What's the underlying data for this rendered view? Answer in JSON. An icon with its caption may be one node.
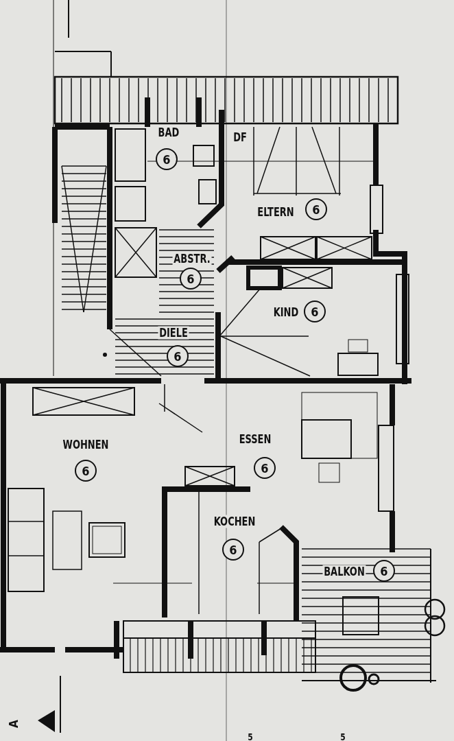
{
  "diagram": {
    "nodes": [
      {
        "text": [
          "6"
        ],
        "beside": [
          "BAD"
        ]
      },
      {
        "text": [
          "6"
        ],
        "beside": [
          "ELTERN"
        ]
      },
      {
        "text": [
          "6"
        ],
        "beside": [
          "ABSTR."
        ]
      },
      {
        "text": [
          "6"
        ],
        "beside": [
          "KIND"
        ]
      },
      {
        "text": [
          "6"
        ],
        "beside": [
          "DIELE"
        ]
      },
      {
        "text": [
          "6"
        ],
        "beside": [
          "WOHNEN"
        ]
      },
      {
        "text": [
          "6"
        ],
        "beside": [
          "ESSEN"
        ]
      },
      {
        "text": [
          "6"
        ],
        "beside": [
          "KOCHEN"
        ]
      },
      {
        "text": [
          "6"
        ],
        "beside": [
          "BALKON"
        ]
      }
    ],
    "edges": [],
    "labels": [
      "DF",
      "A",
      "5",
      "5"
    ]
  }
}
